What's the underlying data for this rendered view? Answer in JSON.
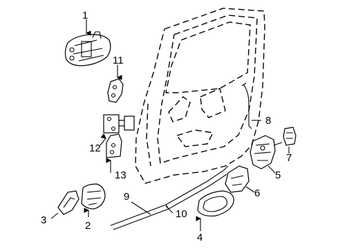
{
  "diagram": {
    "callouts": [
      {
        "id": "c1",
        "label": "1"
      },
      {
        "id": "c2",
        "label": "2"
      },
      {
        "id": "c3",
        "label": "3"
      },
      {
        "id": "c4",
        "label": "4"
      },
      {
        "id": "c5",
        "label": "5"
      },
      {
        "id": "c6",
        "label": "6"
      },
      {
        "id": "c7",
        "label": "7"
      },
      {
        "id": "c8",
        "label": "8"
      },
      {
        "id": "c9",
        "label": "9"
      },
      {
        "id": "c10",
        "label": "10"
      },
      {
        "id": "c11",
        "label": "11"
      },
      {
        "id": "c12",
        "label": "12"
      },
      {
        "id": "c13",
        "label": "13"
      }
    ],
    "colors": {
      "line": "#000000",
      "background": "#ffffff"
    }
  }
}
